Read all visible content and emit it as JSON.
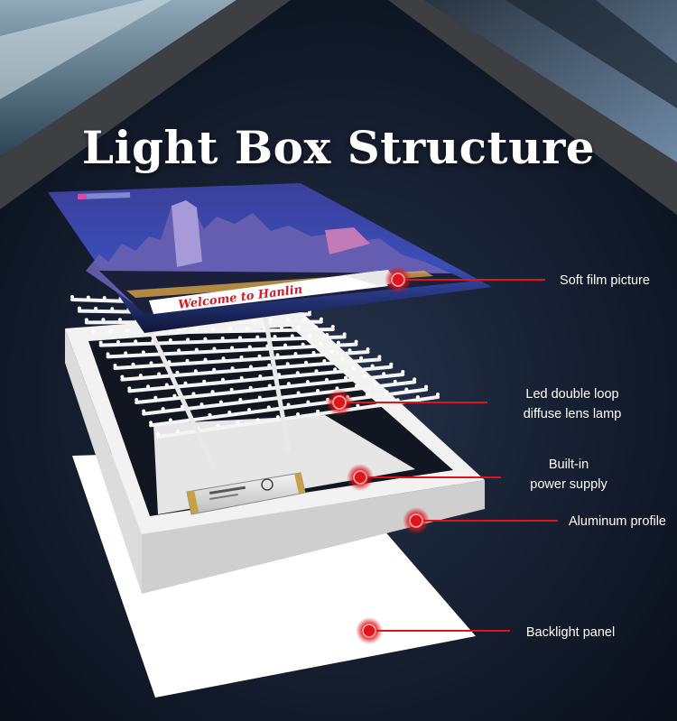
{
  "title": "Light Box Structure",
  "banner": {
    "brand_text": "",
    "welcome_text": "Welcome to Hanlin"
  },
  "components": [
    {
      "id": "soft-film",
      "lines": [
        "Soft film picture"
      ]
    },
    {
      "id": "led-lamp",
      "lines": [
        "Led double loop",
        "diffuse lens lamp"
      ]
    },
    {
      "id": "power-supply",
      "lines": [
        "Built-in",
        "power supply"
      ]
    },
    {
      "id": "aluminum-profile",
      "lines": [
        "Aluminum profile"
      ]
    },
    {
      "id": "backlight-panel",
      "lines": [
        "Backlight panel"
      ]
    }
  ],
  "colors": {
    "background": "#0b1220",
    "roof_frame": "#3e3f42",
    "callout_red": "#e0151c",
    "profile_white": "#eaeaea",
    "panel_white": "#ffffff"
  }
}
